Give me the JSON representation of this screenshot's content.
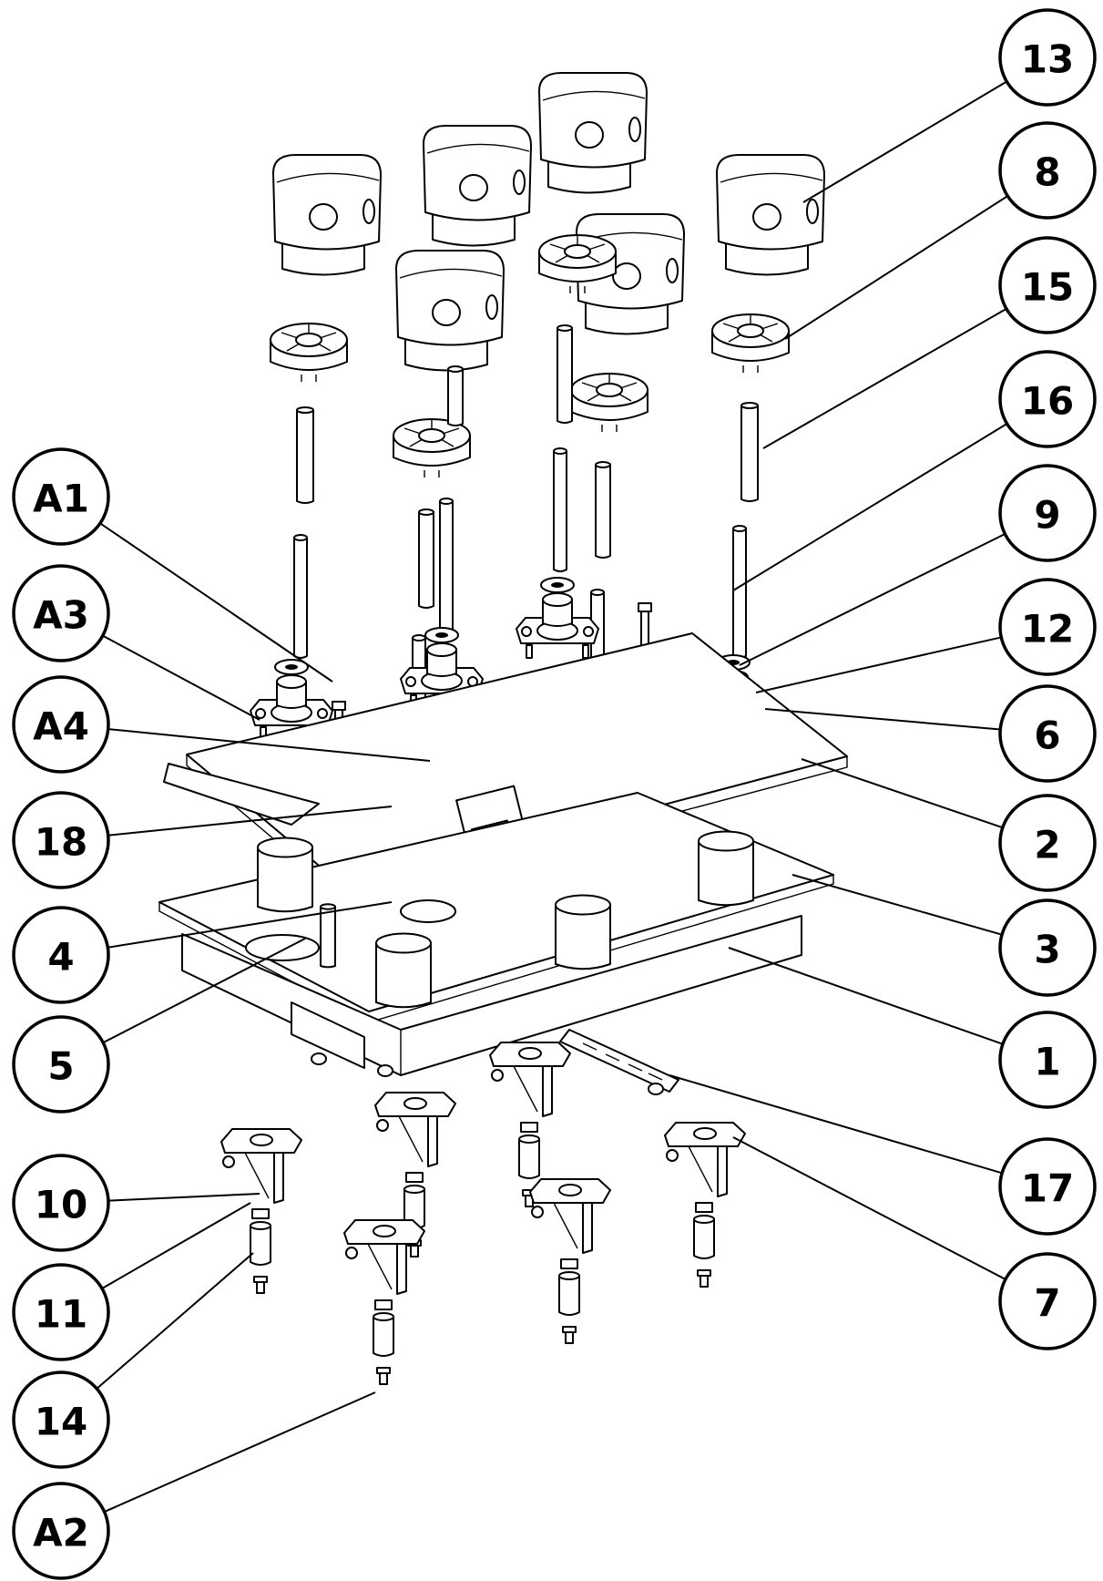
{
  "balloons": [
    {
      "id": "13",
      "label": "13"
    },
    {
      "id": "8",
      "label": "8"
    },
    {
      "id": "15",
      "label": "15"
    },
    {
      "id": "16",
      "label": "16"
    },
    {
      "id": "9",
      "label": "9"
    },
    {
      "id": "12",
      "label": "12"
    },
    {
      "id": "6",
      "label": "6"
    },
    {
      "id": "2",
      "label": "2"
    },
    {
      "id": "3",
      "label": "3"
    },
    {
      "id": "1",
      "label": "1"
    },
    {
      "id": "17",
      "label": "17"
    },
    {
      "id": "7",
      "label": "7"
    },
    {
      "id": "A1",
      "label": "A1"
    },
    {
      "id": "A3",
      "label": "A3"
    },
    {
      "id": "A4",
      "label": "A4"
    },
    {
      "id": "18",
      "label": "18"
    },
    {
      "id": "4",
      "label": "4"
    },
    {
      "id": "5",
      "label": "5"
    },
    {
      "id": "10",
      "label": "10"
    },
    {
      "id": "11",
      "label": "11"
    },
    {
      "id": "14",
      "label": "14"
    },
    {
      "id": "A2",
      "label": "A2"
    }
  ]
}
